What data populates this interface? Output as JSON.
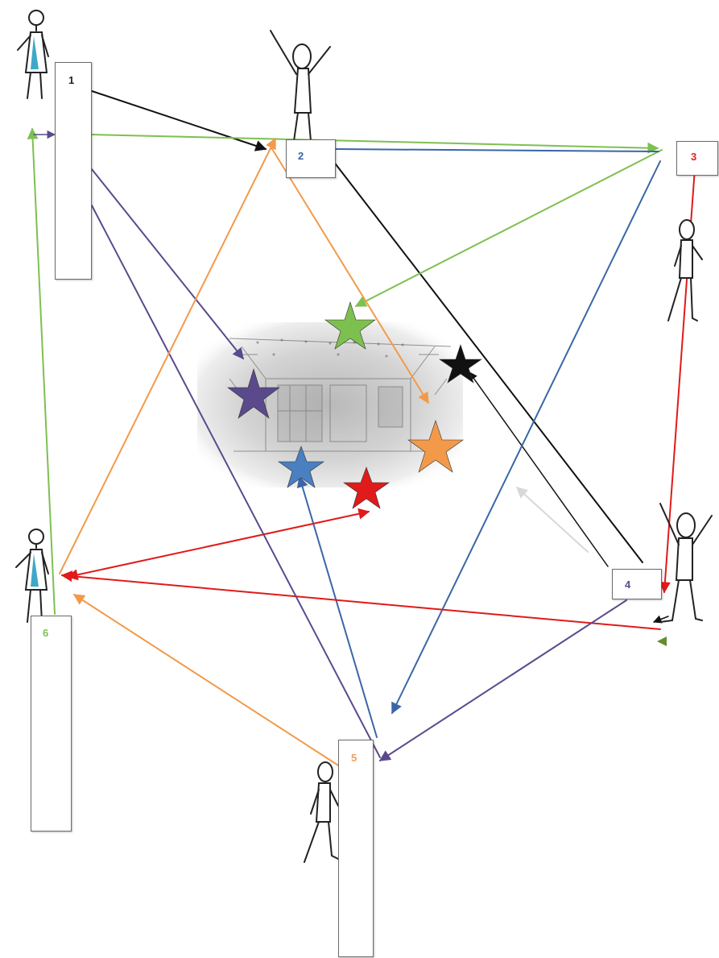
{
  "nodes": [
    {
      "id": "1",
      "label": "1"
    },
    {
      "id": "2",
      "label": "2"
    },
    {
      "id": "3",
      "label": "3"
    },
    {
      "id": "4",
      "label": "4"
    },
    {
      "id": "5",
      "label": "5"
    },
    {
      "id": "6",
      "label": "6"
    }
  ],
  "colors": {
    "black": "#111111",
    "green": "#7ec050",
    "blue": "#3a66a8",
    "red": "#e11a1a",
    "purple": "#5a4a8c",
    "orange": "#f29a4a",
    "light_gray": "#d8d8d8"
  },
  "figures": [
    {
      "name": "woman-figure",
      "node": "1"
    },
    {
      "name": "man-arms-raised-figure",
      "node": "2"
    },
    {
      "name": "man-walking-figure",
      "node": "3"
    },
    {
      "name": "man-arms-raised-figure",
      "node": "4"
    },
    {
      "name": "man-walking-figure",
      "node": "5"
    },
    {
      "name": "woman-figure",
      "node": "6"
    }
  ],
  "stars": [
    {
      "color": "green"
    },
    {
      "color": "black"
    },
    {
      "color": "purple"
    },
    {
      "color": "orange"
    },
    {
      "color": "blue"
    },
    {
      "color": "red"
    }
  ],
  "center_image": {
    "description_icon": "room-interior-sketch-image"
  }
}
